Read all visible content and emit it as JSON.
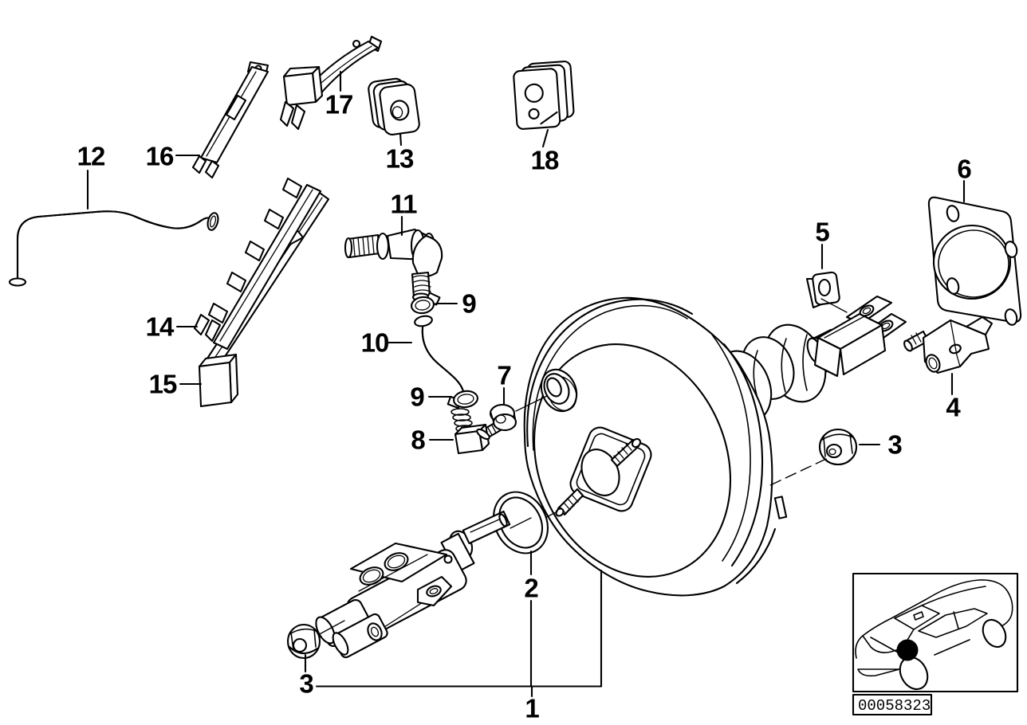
{
  "diagram": {
    "description": "exploded-parts-diagram-power-brake-unit",
    "callouts": [
      {
        "label": "12"
      },
      {
        "label": "16"
      },
      {
        "label": "17"
      },
      {
        "label": "13"
      },
      {
        "label": "18"
      },
      {
        "label": "11"
      },
      {
        "label": "9"
      },
      {
        "label": "10"
      },
      {
        "label": "9"
      },
      {
        "label": "8"
      },
      {
        "label": "7"
      },
      {
        "label": "2"
      },
      {
        "label": "1"
      },
      {
        "label": "3"
      },
      {
        "label": "3"
      },
      {
        "label": "5"
      },
      {
        "label": "6"
      },
      {
        "label": "4"
      },
      {
        "label": "14"
      },
      {
        "label": "15"
      }
    ],
    "image_code": "00058323"
  },
  "colors": {
    "line": "#000000",
    "background": "#ffffff"
  }
}
